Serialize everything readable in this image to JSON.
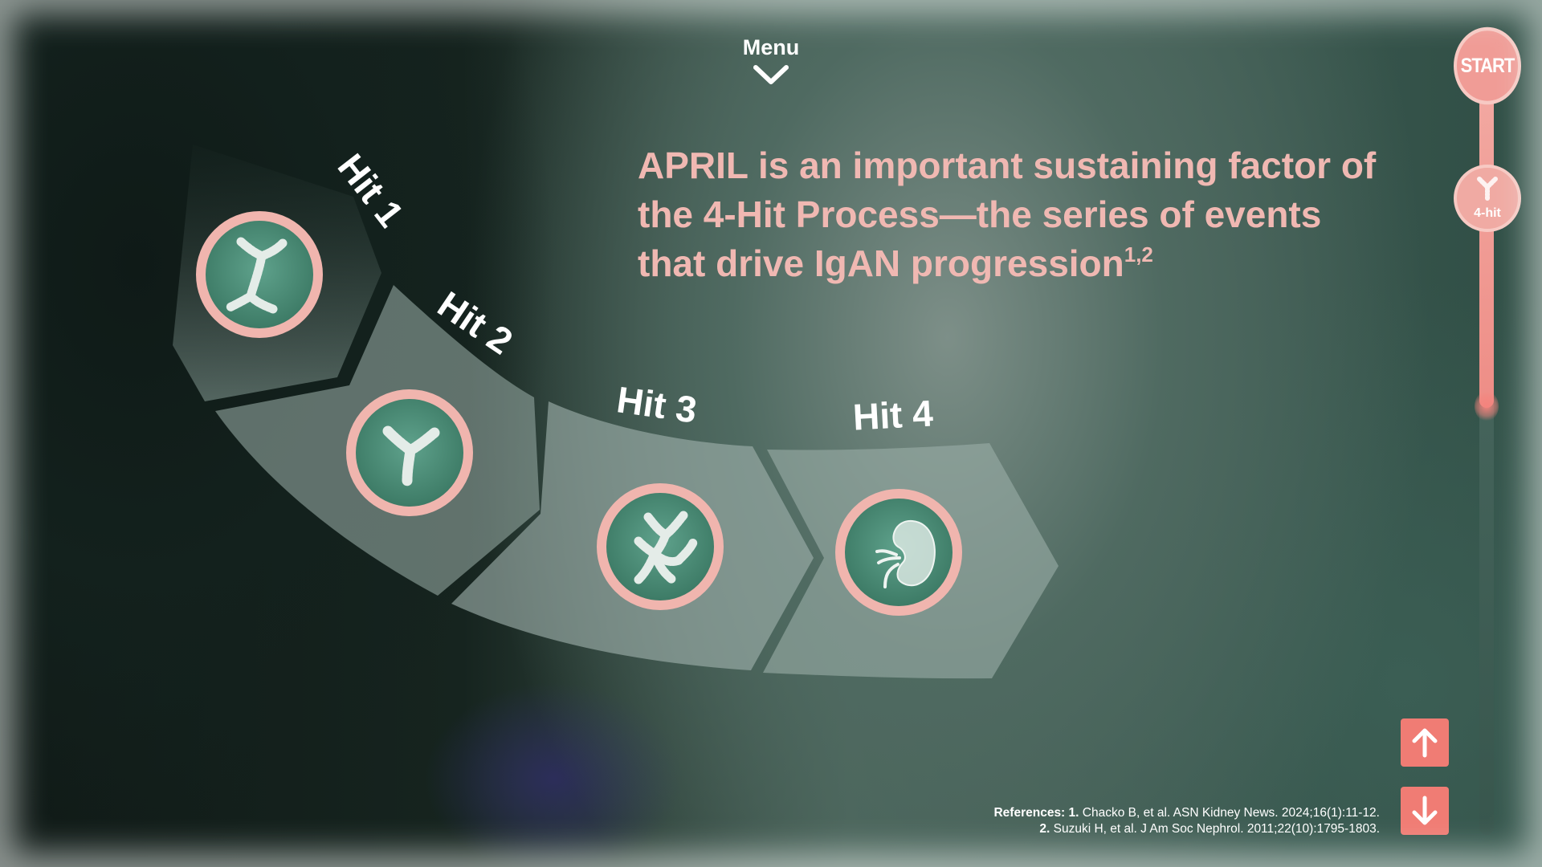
{
  "menu": {
    "label": "Menu"
  },
  "headline": {
    "text": "APRIL is an important sustaining factor of the 4-Hit Process—the series of events that drive IgAN progression",
    "superscript": "1,2"
  },
  "hits": [
    {
      "label": "Hit 1",
      "icon": "y-antibody-extended-icon"
    },
    {
      "label": "Hit 2",
      "icon": "antibody-icon"
    },
    {
      "label": "Hit 3",
      "icon": "immune-complex-icon"
    },
    {
      "label": "Hit 4",
      "icon": "kidney-icon"
    }
  ],
  "progress": {
    "start_label": "START",
    "step_label": "4-hit",
    "scroll_fraction": 0.44
  },
  "nav": {
    "up_icon": "arrow-up-icon",
    "down_icon": "arrow-down-icon"
  },
  "references": {
    "heading": "References:",
    "items": [
      {
        "num": "1.",
        "text": "Chacko B, et al. ASN Kidney News. 2024;16(1):11-12."
      },
      {
        "num": "2.",
        "text": "Suzuki H, et al. J Am Soc Nephrol. 2011;22(10):1795-1803."
      }
    ]
  },
  "colors": {
    "accent_pink": "#f0b8b2",
    "button_coral": "#f07c74",
    "circle_teal": "#4a8f78",
    "segment_fill": "#8fa39d"
  }
}
